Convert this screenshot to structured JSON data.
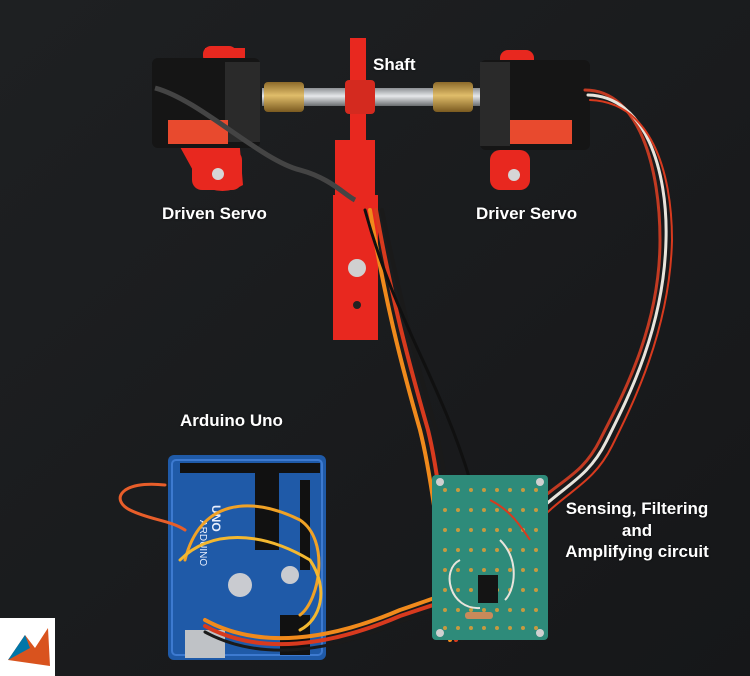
{
  "labels": {
    "shaft": "Shaft",
    "driven_servo": "Driven Servo",
    "driver_servo": "Driver Servo",
    "arduino": "Arduino Uno",
    "circuit_line1": "Sensing, Filtering",
    "circuit_line2": "and",
    "circuit_line3": "Amplifying circuit"
  },
  "board_text": {
    "uno": "UNO",
    "arduino_vertical": "ARDUINO"
  },
  "colors": {
    "background": "#1b1c1e",
    "pla_red": "#e8281f",
    "servo_black": "#151515",
    "arduino_blue": "#1f5aa8",
    "perfboard_green": "#2e8b7a",
    "wire_orange": "#f08a1c",
    "wire_red": "#d83a1e",
    "wire_white": "#e8e4dc",
    "label_text": "#ffffff"
  }
}
